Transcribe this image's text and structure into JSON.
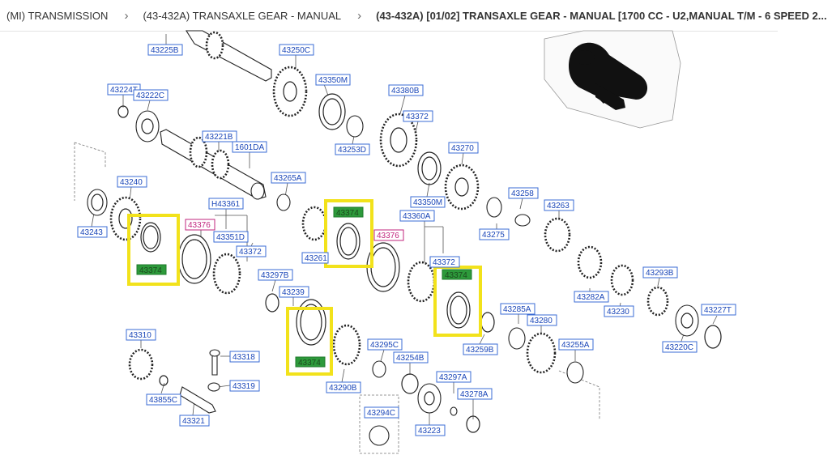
{
  "breadcrumb": [
    {
      "label": "(MI) TRANSMISSION"
    },
    {
      "label": "(43-432A) TRANSAXLE GEAR - MANUAL"
    },
    {
      "label": "(43-432A) [01/02] TRANSAXLE GEAR - MANUAL [1700 CC - U2,MANUAL T/M - 6 SPEED 2..."
    }
  ],
  "separator_glyph": "›",
  "colors": {
    "label_text": "#1a46b8",
    "label_border": "#3a6bd4",
    "highlight_fill": "#2d9a3b",
    "highlight_box": "#f2e21b",
    "alt_label": "#c0247d"
  },
  "labels": [
    {
      "id": "p1",
      "text": "43225B"
    },
    {
      "id": "p2",
      "text": "43250C"
    },
    {
      "id": "p3",
      "text": "43350M"
    },
    {
      "id": "p4",
      "text": "43224T"
    },
    {
      "id": "p5",
      "text": "43222C"
    },
    {
      "id": "p6",
      "text": "43380B"
    },
    {
      "id": "p7",
      "text": "43372"
    },
    {
      "id": "p8",
      "text": "43221B"
    },
    {
      "id": "p9",
      "text": "1601DA"
    },
    {
      "id": "p10",
      "text": "43253D"
    },
    {
      "id": "p11",
      "text": "43270"
    },
    {
      "id": "p12",
      "text": "43240"
    },
    {
      "id": "p13",
      "text": "43265A"
    },
    {
      "id": "p14",
      "text": "43350M"
    },
    {
      "id": "p15",
      "text": "43258"
    },
    {
      "id": "p16",
      "text": "H43361"
    },
    {
      "id": "p17",
      "text": "43374"
    },
    {
      "id": "p18",
      "text": "43360A"
    },
    {
      "id": "p19",
      "text": "43263"
    },
    {
      "id": "p20",
      "text": "43376"
    },
    {
      "id": "p21",
      "text": "43243"
    },
    {
      "id": "p22",
      "text": "43351D"
    },
    {
      "id": "p23",
      "text": "43376"
    },
    {
      "id": "p24",
      "text": "43275"
    },
    {
      "id": "p25",
      "text": "43261"
    },
    {
      "id": "p26",
      "text": "43372"
    },
    {
      "id": "p27",
      "text": "43372"
    },
    {
      "id": "p28",
      "text": "43374"
    },
    {
      "id": "p29",
      "text": "43374"
    },
    {
      "id": "p30",
      "text": "43297B"
    },
    {
      "id": "p31",
      "text": "43282A"
    },
    {
      "id": "p32",
      "text": "43293B"
    },
    {
      "id": "p33",
      "text": "43239"
    },
    {
      "id": "p34",
      "text": "43230"
    },
    {
      "id": "p35",
      "text": "43285A"
    },
    {
      "id": "p36",
      "text": "43227T"
    },
    {
      "id": "p37",
      "text": "43280"
    },
    {
      "id": "p38",
      "text": "43310"
    },
    {
      "id": "p39",
      "text": "43220C"
    },
    {
      "id": "p40",
      "text": "43259B"
    },
    {
      "id": "p41",
      "text": "43255A"
    },
    {
      "id": "p42",
      "text": "43318"
    },
    {
      "id": "p43",
      "text": "43295C"
    },
    {
      "id": "p44",
      "text": "43254B"
    },
    {
      "id": "p45",
      "text": "43374"
    },
    {
      "id": "p46",
      "text": "43297A"
    },
    {
      "id": "p47",
      "text": "43319"
    },
    {
      "id": "p48",
      "text": "43290B"
    },
    {
      "id": "p49",
      "text": "43278A"
    },
    {
      "id": "p50",
      "text": "43855C"
    },
    {
      "id": "p51",
      "text": "43321"
    },
    {
      "id": "p52",
      "text": "43294C"
    },
    {
      "id": "p53",
      "text": "43223"
    }
  ]
}
